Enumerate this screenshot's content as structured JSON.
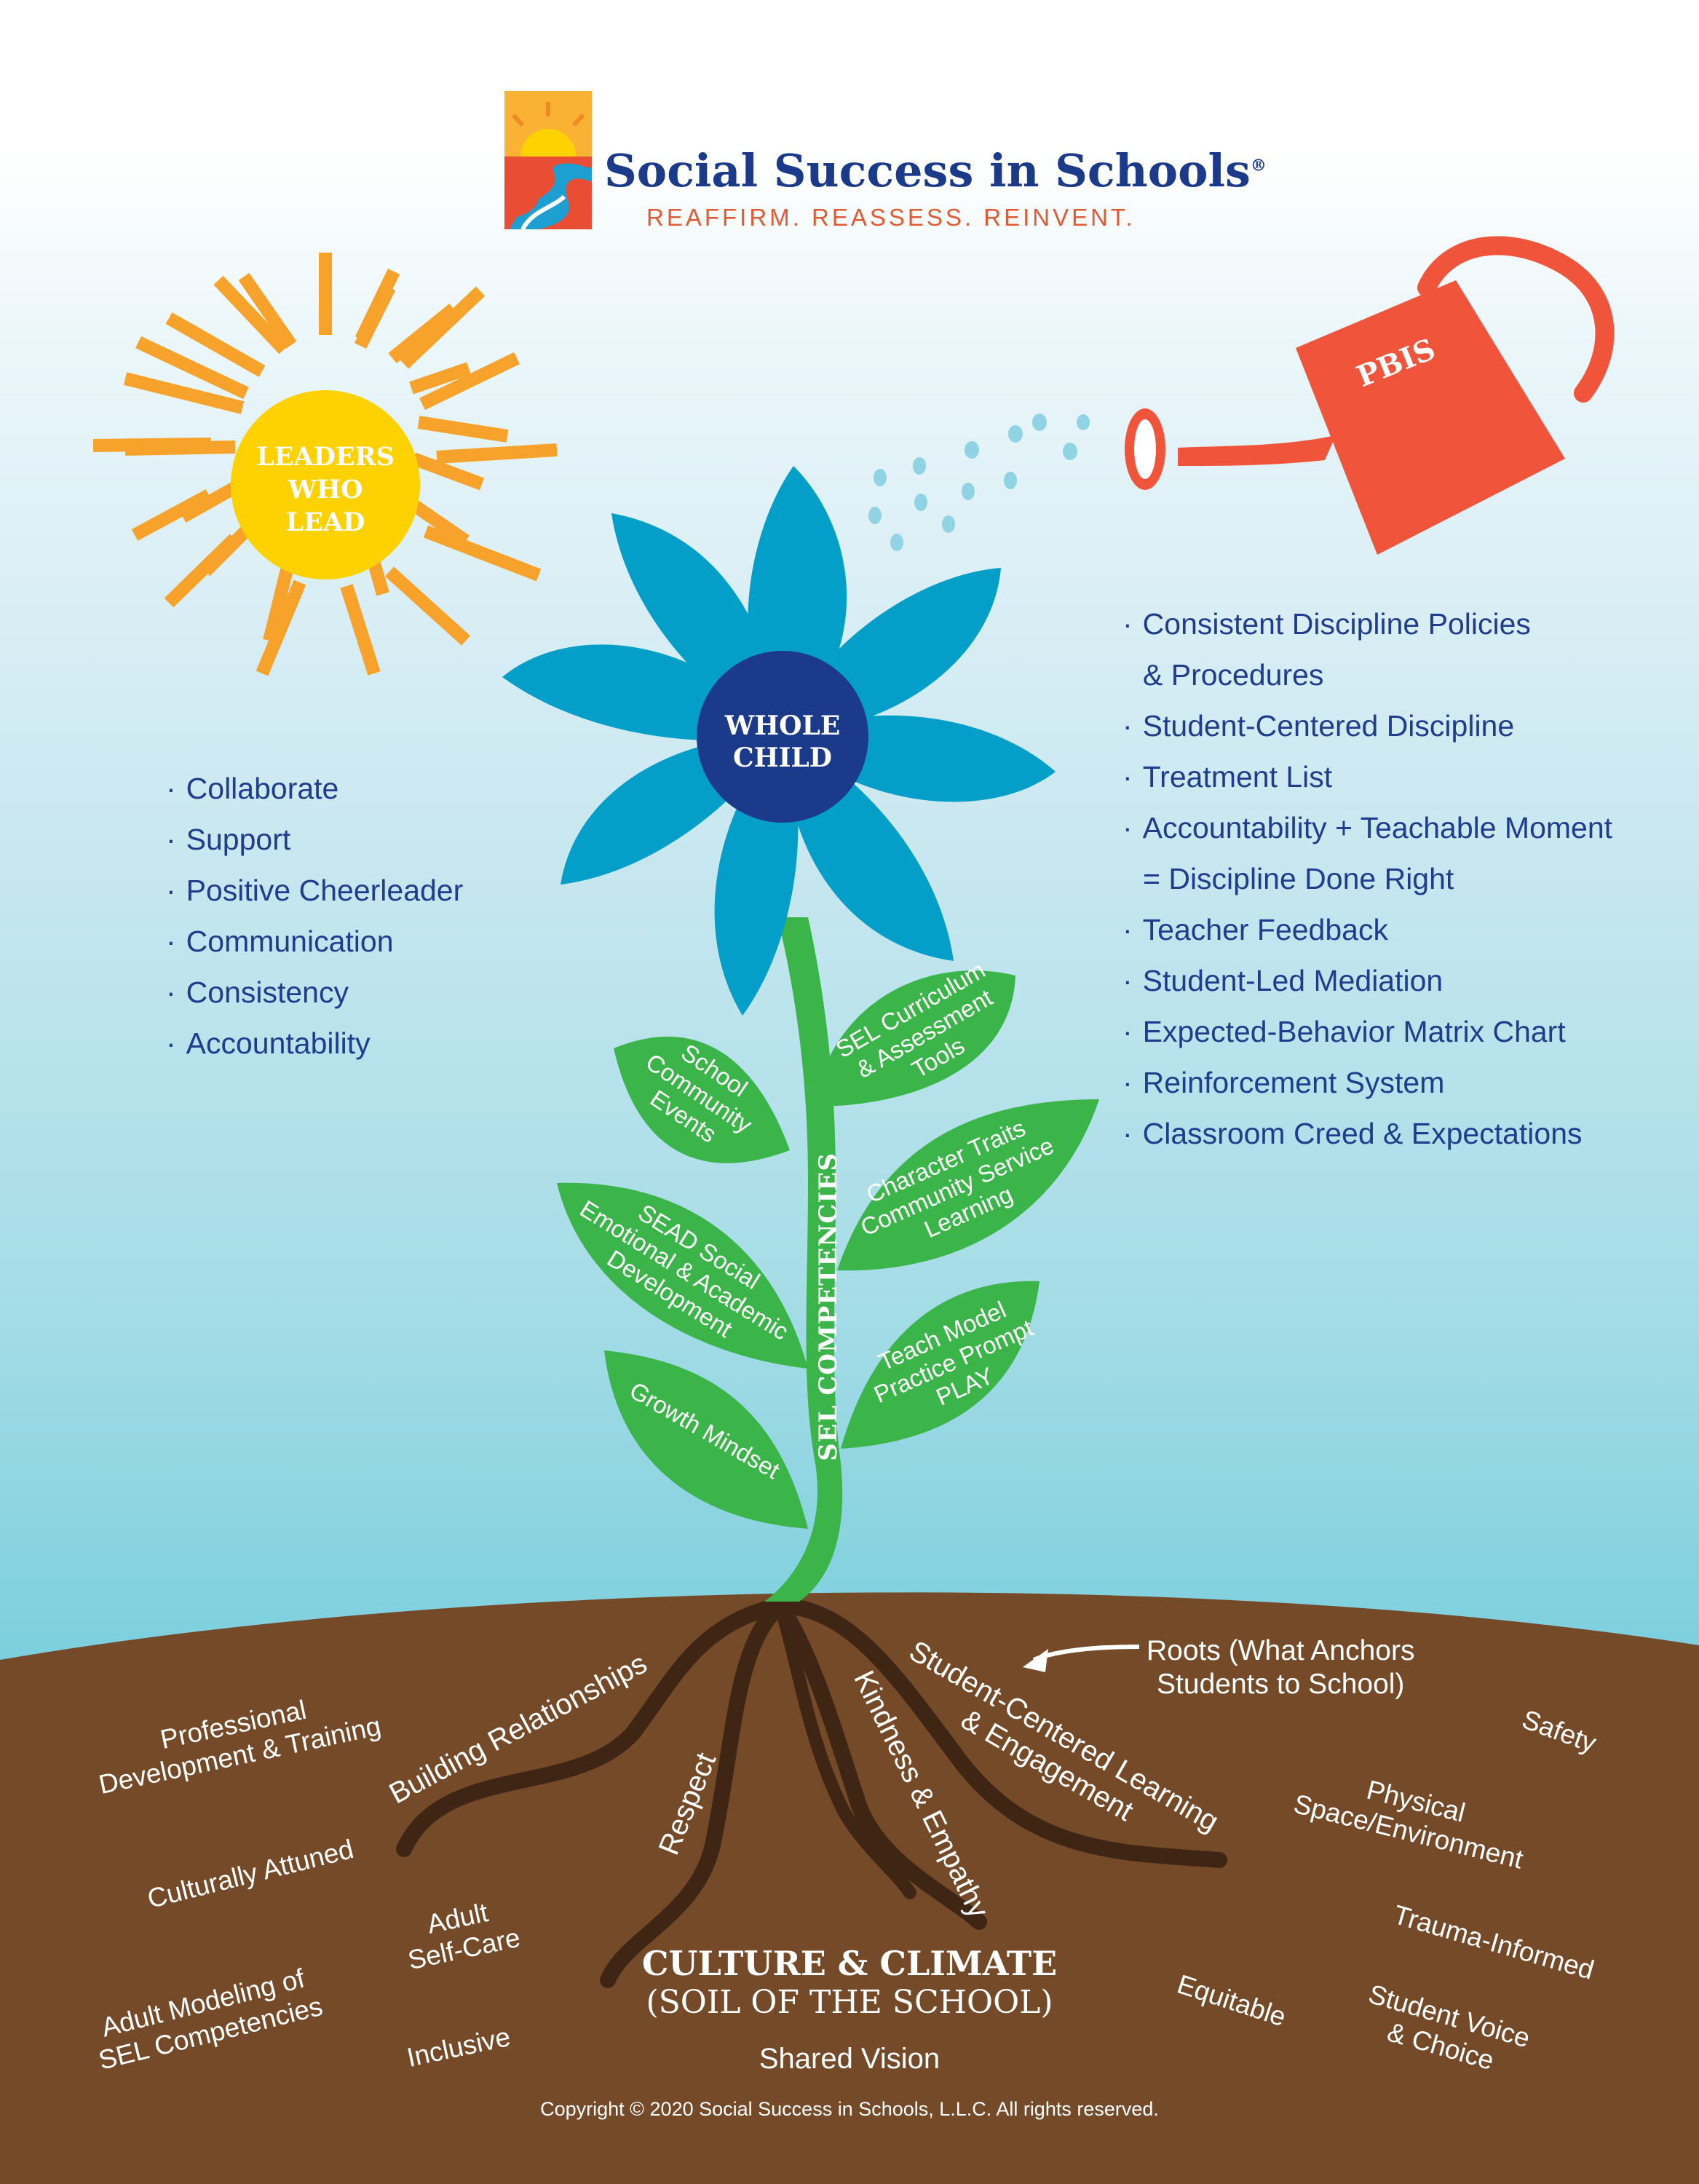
{
  "header": {
    "title": "Social Success in Schools",
    "registered_mark": "®",
    "tagline": "REAFFIRM. REASSESS. REINVENT."
  },
  "sun": {
    "line1": "LEADERS",
    "line2": "WHO",
    "line3": "LEAD",
    "items": [
      "Collaborate",
      "Support",
      "Positive Cheerleader",
      "Communication",
      "Consistency",
      "Accountability"
    ]
  },
  "watering_can": {
    "label": "PBIS",
    "items": [
      {
        "line1": "Consistent Discipline Policies",
        "line2": "& Procedures"
      },
      {
        "line1": "Student-Centered Discipline"
      },
      {
        "line1": "Treatment List"
      },
      {
        "line1": "Accountability + Teachable Moment",
        "line2": "= Discipline Done Right"
      },
      {
        "line1": "Teacher Feedback"
      },
      {
        "line1": "Student-Led Mediation"
      },
      {
        "line1": "Expected-Behavior Matrix Chart"
      },
      {
        "line1": "Reinforcement System"
      },
      {
        "line1": "Classroom Creed & Expectations"
      }
    ]
  },
  "flower": {
    "center_line1": "WHOLE",
    "center_line2": "CHILD",
    "stem_label": "SEL COMPETENCIES",
    "leaves": {
      "school_community": [
        "School",
        "Community",
        "Events"
      ],
      "sel_curriculum": [
        "SEL Curriculum",
        "& Assessment",
        "Tools"
      ],
      "character_traits": [
        "Character Traits",
        "Community Service",
        "Learning"
      ],
      "sead": [
        "SEAD Social",
        "Emotional & Academic",
        "Development"
      ],
      "teach_model": [
        "Teach Model",
        "Practice Prompt",
        "PLAY"
      ],
      "growth_mindset": [
        "Growth Mindset"
      ]
    }
  },
  "roots": {
    "annotation_line1": "Roots (What Anchors",
    "annotation_line2": "Students to School)",
    "building": "Building Relationships",
    "respect": "Respect",
    "kindness": "Kindness & Empathy",
    "student_centered_line1": "Student-Centered Learning",
    "student_centered_line2": "& Engagement"
  },
  "soil": {
    "title": "CULTURE & CLIMATE",
    "subtitle": "(SOIL OF THE SCHOOL)",
    "shared_vision": "Shared Vision",
    "professional_dev": [
      "Professional",
      "Development & Training"
    ],
    "culturally_attuned": "Culturally Attuned",
    "adult_modeling": [
      "Adult Modeling of",
      "SEL Competencies"
    ],
    "adult_selfcare": [
      "Adult",
      "Self-Care"
    ],
    "inclusive": "Inclusive",
    "safety": "Safety",
    "physical_space": [
      "Physical",
      "Space/Environment"
    ],
    "trauma_informed": "Trauma-Informed",
    "equitable": "Equitable",
    "student_voice": [
      "Student Voice",
      "& Choice"
    ]
  },
  "footer": {
    "copyright": "Copyright © 2020 Social Success in Schools, L.L.C. All rights reserved."
  },
  "colors": {
    "navy": "#1b3a8a",
    "orange_red": "#f0543a",
    "sun_yellow": "#fed100",
    "ray_orange": "#f7a32b",
    "petal_blue": "#039fc8",
    "leaf_green": "#3bb54a",
    "soil_brown": "#744a29",
    "root_dark": "#3f2614"
  }
}
